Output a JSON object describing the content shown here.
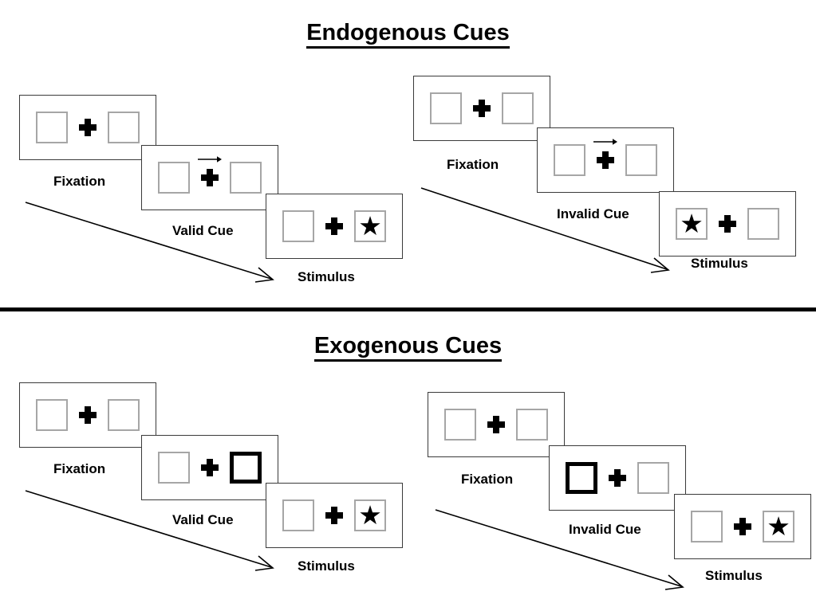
{
  "figure": {
    "sections": [
      {
        "id": "endogenous",
        "title": "Endogenous Cues",
        "sequences": [
          {
            "id": "endogenous-valid",
            "panels": [
              {
                "caption": "Fixation",
                "cue": "none",
                "target": "none"
              },
              {
                "caption": "Valid Cue",
                "cue": "arrow-right",
                "target": "none"
              },
              {
                "caption": "Stimulus",
                "cue": "none",
                "target": "right"
              }
            ]
          },
          {
            "id": "endogenous-invalid",
            "panels": [
              {
                "caption": "Fixation",
                "cue": "none",
                "target": "none"
              },
              {
                "caption": "Invalid Cue",
                "cue": "arrow-right",
                "target": "none"
              },
              {
                "caption": "Stimulus",
                "cue": "none",
                "target": "left"
              }
            ]
          }
        ]
      },
      {
        "id": "exogenous",
        "title": "Exogenous Cues",
        "sequences": [
          {
            "id": "exogenous-valid",
            "panels": [
              {
                "caption": "Fixation",
                "cue": "none",
                "target": "none"
              },
              {
                "caption": "Valid Cue",
                "cue": "box-right",
                "target": "none"
              },
              {
                "caption": "Stimulus",
                "cue": "none",
                "target": "right"
              }
            ]
          },
          {
            "id": "exogenous-invalid",
            "panels": [
              {
                "caption": "Fixation",
                "cue": "none",
                "target": "none"
              },
              {
                "caption": "Invalid Cue",
                "cue": "box-left",
                "target": "none"
              },
              {
                "caption": "Stimulus",
                "cue": "none",
                "target": "right"
              }
            ]
          }
        ]
      }
    ],
    "icons": {
      "target": "star-icon",
      "fixation": "plus-icon",
      "cue_arrow": "arrow-right-icon",
      "time": "time-arrow-icon"
    },
    "colors": {
      "ink": "#000000",
      "frame_border": "#3a3a3a",
      "box_border": "#a6a6a6",
      "background": "#ffffff"
    }
  }
}
